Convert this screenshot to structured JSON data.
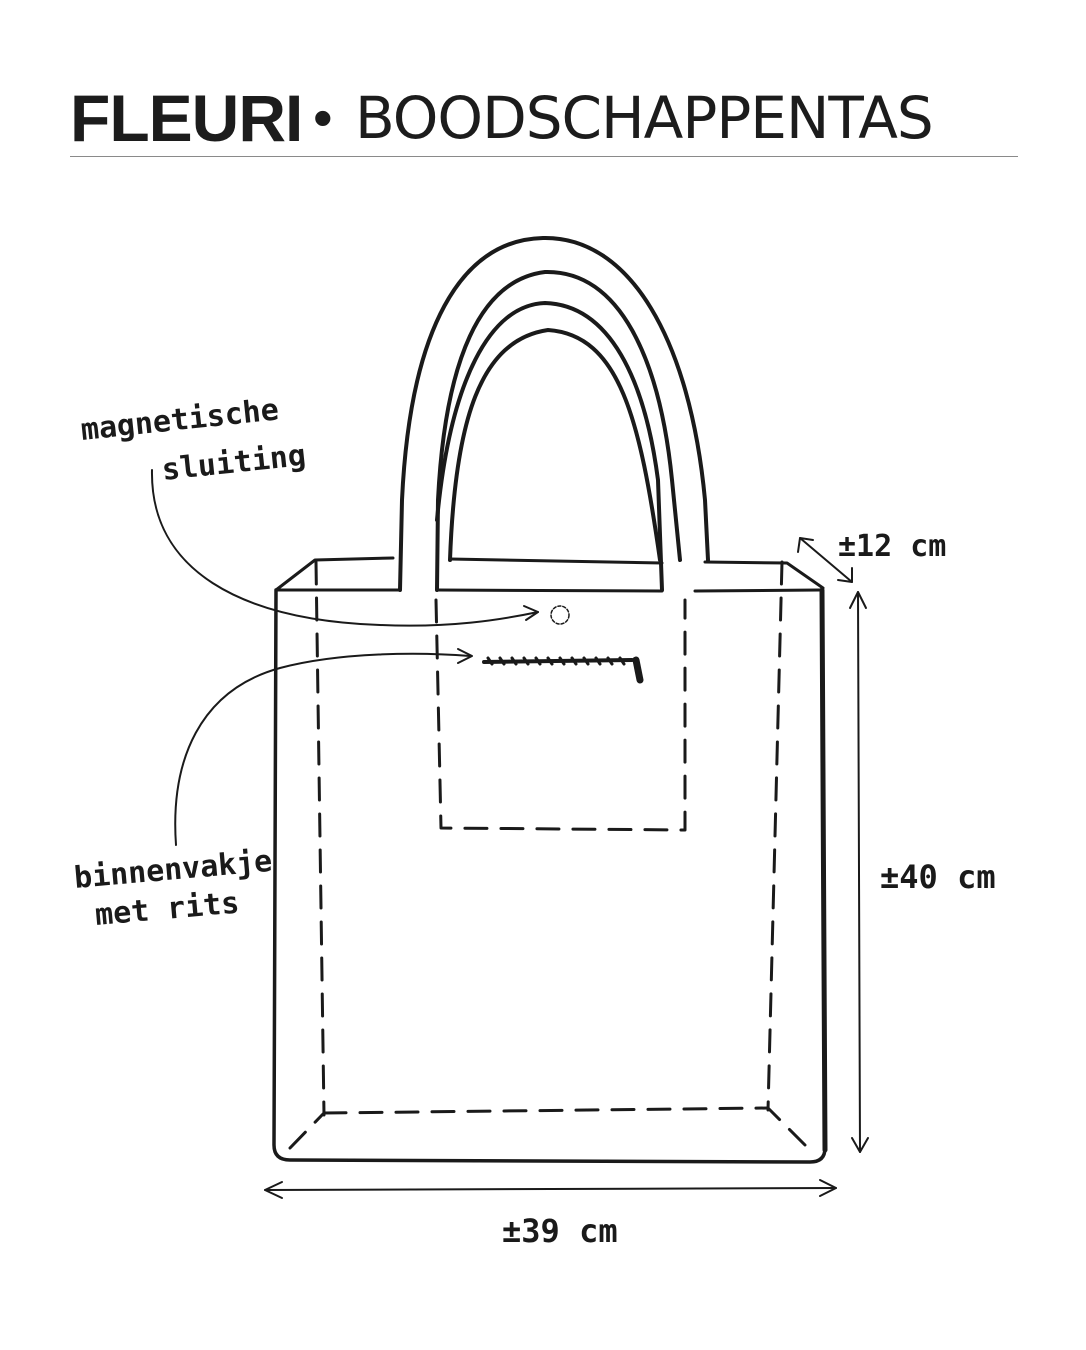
{
  "header": {
    "brand": "FLEURI",
    "separator": "•",
    "product": "BOODSCHAPPENTAS"
  },
  "callouts": {
    "magnetic_line1": "magnetische",
    "magnetic_line2": "sluiting",
    "pocket_line1": "binnenvakje",
    "pocket_line2": "met rits"
  },
  "dimensions": {
    "depth": "±12 cm",
    "height": "±40 cm",
    "width": "±39 cm"
  }
}
